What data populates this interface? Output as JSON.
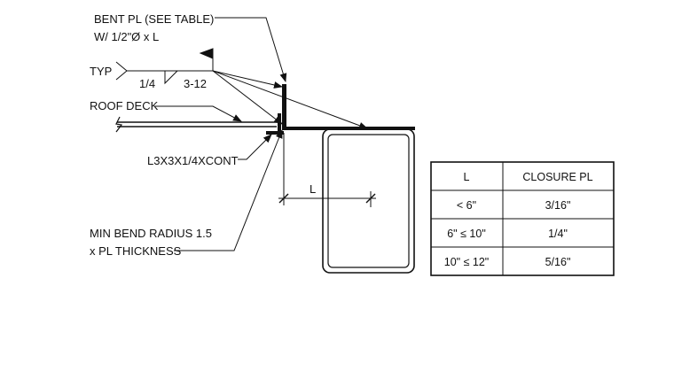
{
  "labels": {
    "bent_pl_line1": "BENT PL (SEE TABLE)",
    "bent_pl_line2": "W/ 1/2\"Ø x L",
    "typ": "TYP",
    "weld_size": "1/4",
    "weld_pitch": "3-12",
    "roof_deck": "ROOF DECK",
    "angle": "L3X3X1/4XCONT",
    "dimension_l": "L",
    "bend_radius_line1": "MIN BEND RADIUS 1.5",
    "bend_radius_line2": "x PL THICKNESS"
  },
  "table": {
    "headers": [
      "L",
      "CLOSURE PL"
    ],
    "rows": [
      [
        "<  6\"",
        "3/16\""
      ],
      [
        "6\" ≤ 10\"",
        "1/4\""
      ],
      [
        "10\" ≤ 12\"",
        "5/16\""
      ]
    ]
  }
}
